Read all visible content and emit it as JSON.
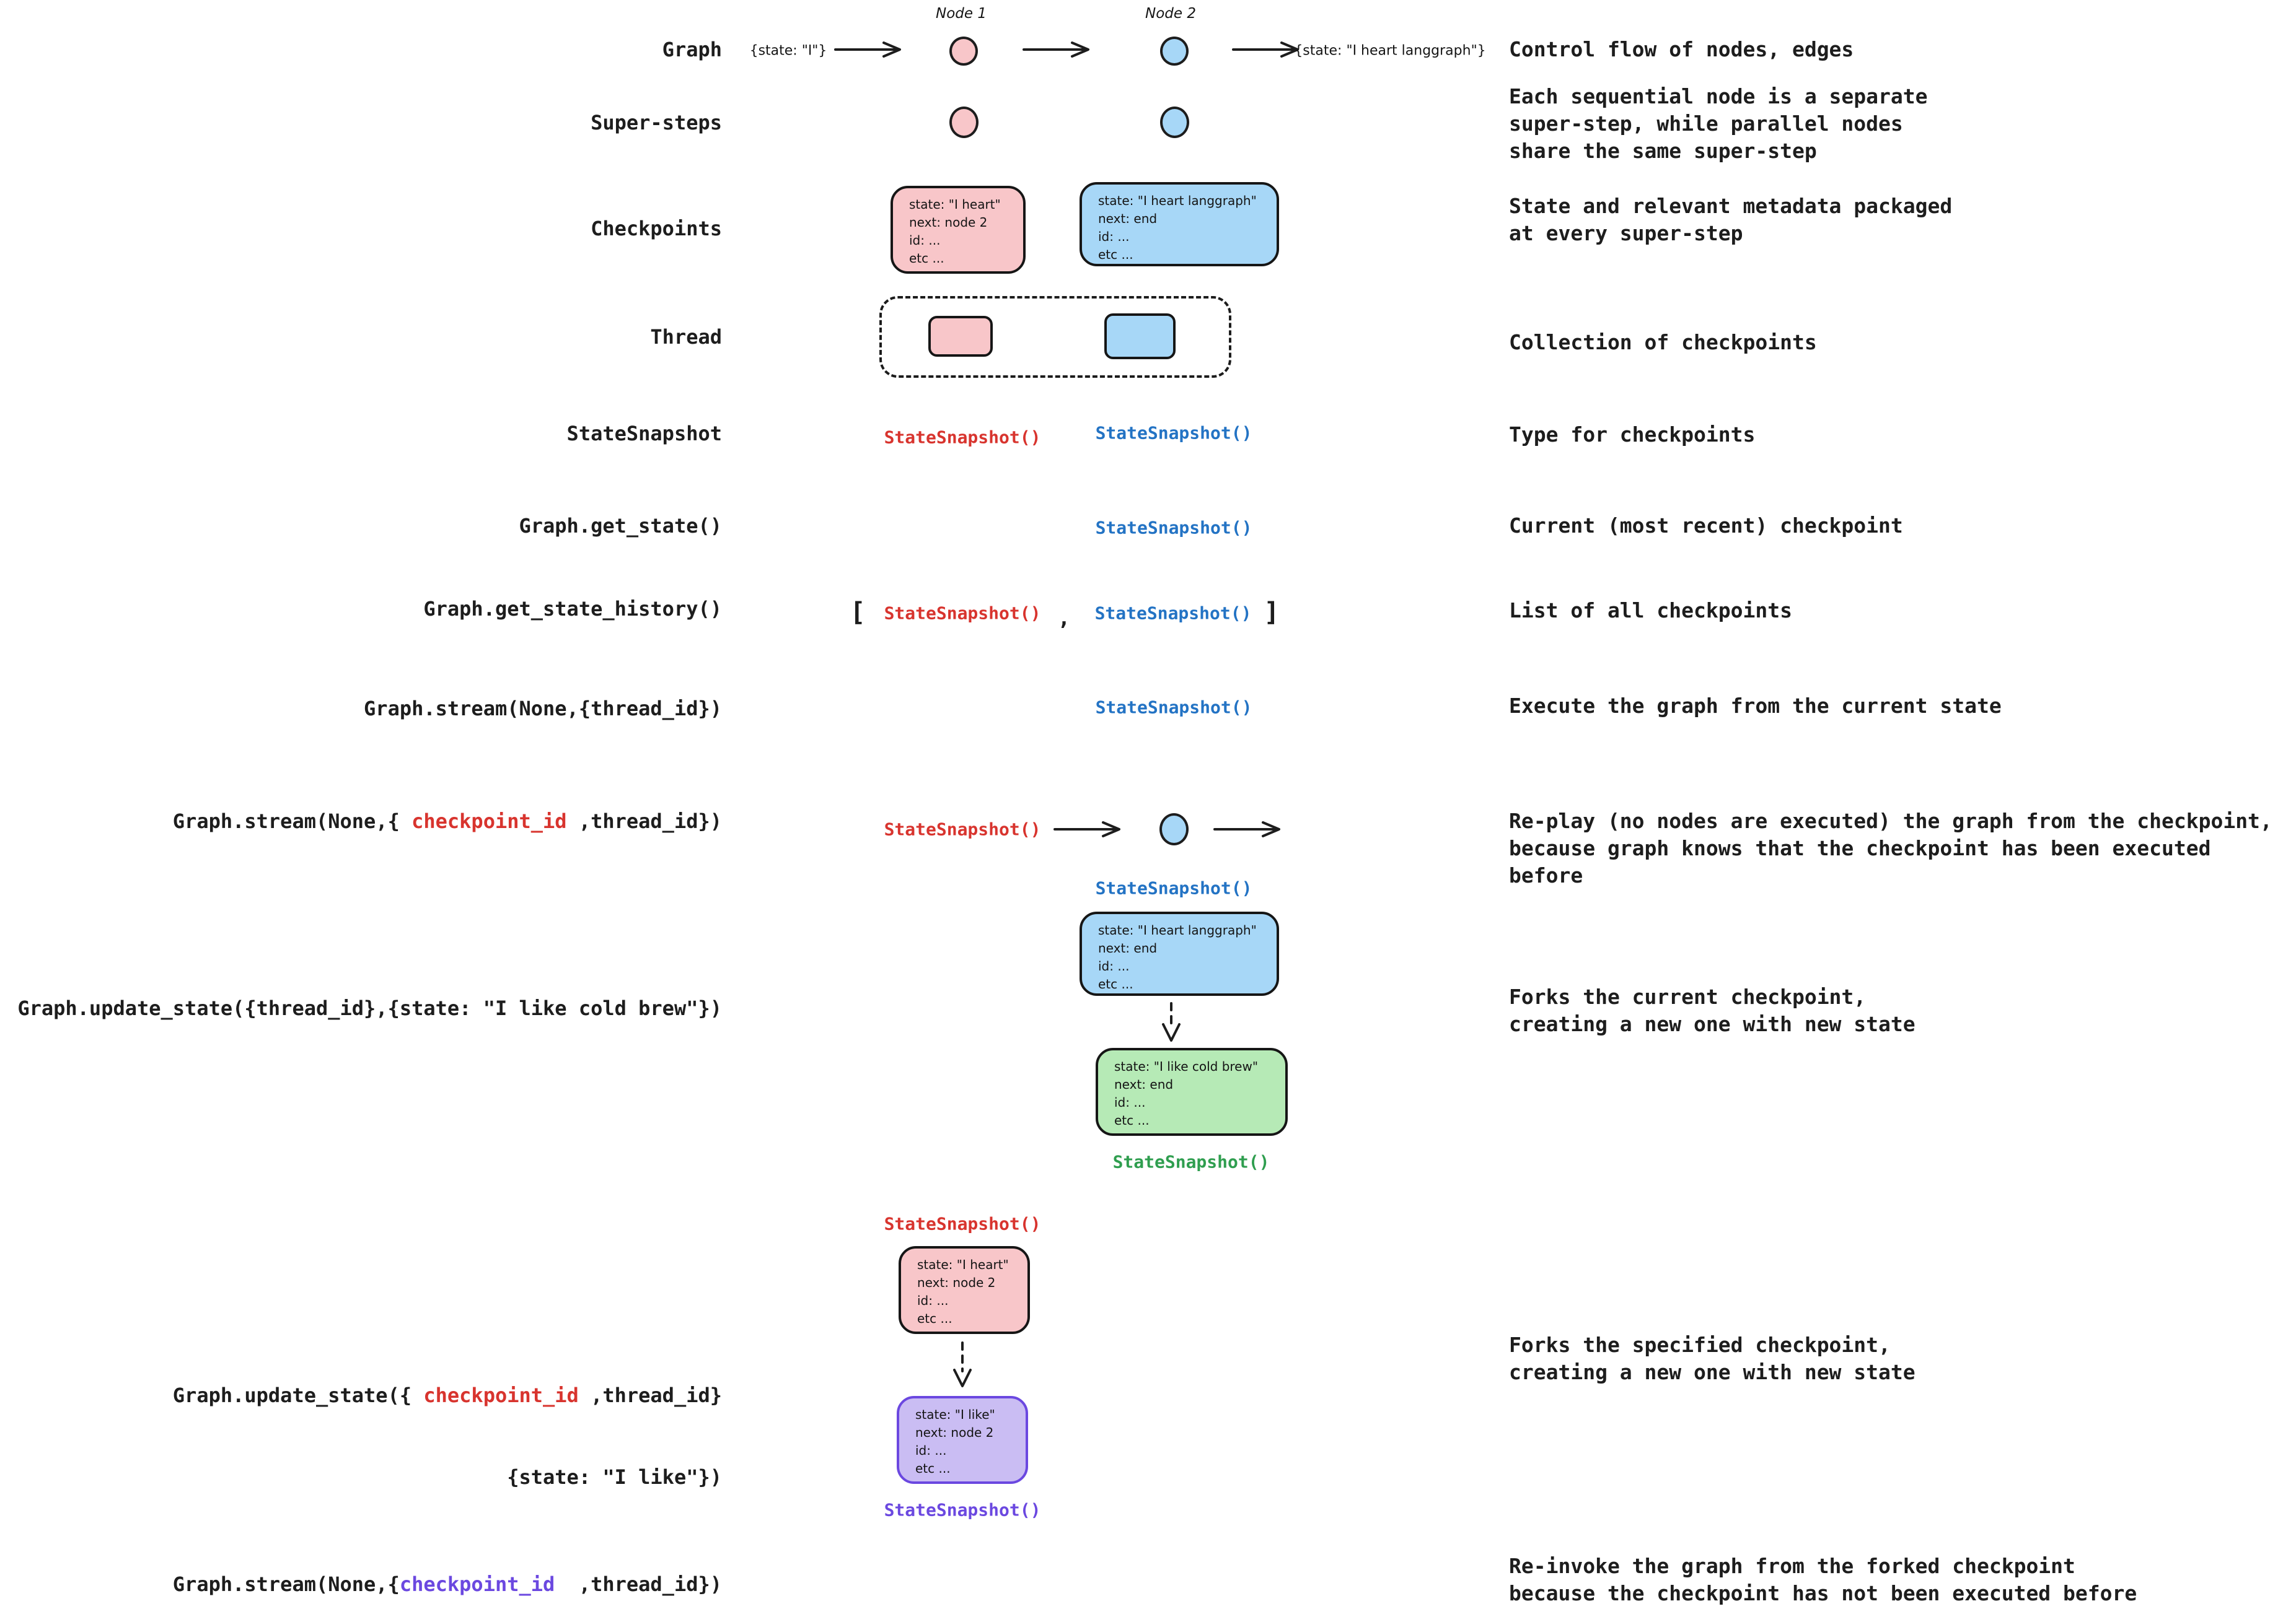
{
  "colors": {
    "ink": "#1d1d1d",
    "red": "#d8342e",
    "blue": "#2373c4",
    "green": "#2f9e4f",
    "purple": "#6b48e0",
    "pink_fill": "#f8c6c9",
    "blue_fill": "#a7d7f7",
    "green_fill": "#b6eab6",
    "purple_fill": "#cabdf3"
  },
  "left_labels": {
    "graph": "Graph",
    "super_steps": "Super-steps",
    "checkpoints": "Checkpoints",
    "thread": "Thread",
    "state_snapshot": "StateSnapshot",
    "get_state": "Graph.get_state()",
    "get_state_history": "Graph.get_state_history()",
    "stream_current": "Graph.stream(None,{thread_id})",
    "replay_pre": "Graph.stream(None,{ ",
    "replay_arg": "checkpoint_id",
    "replay_post": " ,thread_id})",
    "fork_current": "Graph.update_state({thread_id},{state: \"I like cold brew\"})",
    "fork_spec_pre": "Graph.update_state({ ",
    "fork_spec_arg": "checkpoint_id",
    "fork_spec_post": " ,thread_id}",
    "fork_spec_line2": "{state: \"I like\"})",
    "reinvoke_pre": "Graph.stream(None,{",
    "reinvoke_arg": "checkpoint_id",
    "reinvoke_post": "  ,thread_id})"
  },
  "descriptions": {
    "graph": "Control flow of nodes, edges",
    "super_steps": "Each sequential node is a separate\nsuper-step, while parallel nodes\nshare the same super-step",
    "checkpoints": "State and relevant metadata packaged\nat every super-step",
    "thread": "Collection of checkpoints",
    "state_snapshot": "Type for checkpoints",
    "get_state": "Current (most recent) checkpoint",
    "get_state_history": "List of all checkpoints",
    "stream_current": "Execute the graph from the current state",
    "replay": "Re-play (no nodes are executed) the graph from the checkpoint,\nbecause graph knows that the checkpoint has been executed before",
    "fork_current": "Forks the current checkpoint,\ncreating a new one with new state",
    "fork_specified": "Forks the specified checkpoint,\ncreating a new one with new state",
    "reinvoke": "Re-invoke the graph from the forked checkpoint\nbecause the checkpoint has not been executed before"
  },
  "diagram": {
    "node1_label": "Node 1",
    "node2_label": "Node 2",
    "input_state": "{state: \"I\"}",
    "output_state": "{state: \"I heart langgraph\"}",
    "snapshot_call": "StateSnapshot()",
    "bracket_open": "[",
    "comma": ",",
    "bracket_close": "]",
    "checkpoint_pink": "state: \"I heart\"\nnext: node 2\nid: ...\netc ...",
    "checkpoint_blue": "state: \"I heart langgraph\"\nnext: end\nid: ...\netc ...",
    "checkpoint_green": "state: \"I like cold brew\"\nnext: end\nid: ...\netc ...",
    "checkpoint_purple": "state: \"I like\"\nnext: node 2\nid: ...\netc ..."
  }
}
